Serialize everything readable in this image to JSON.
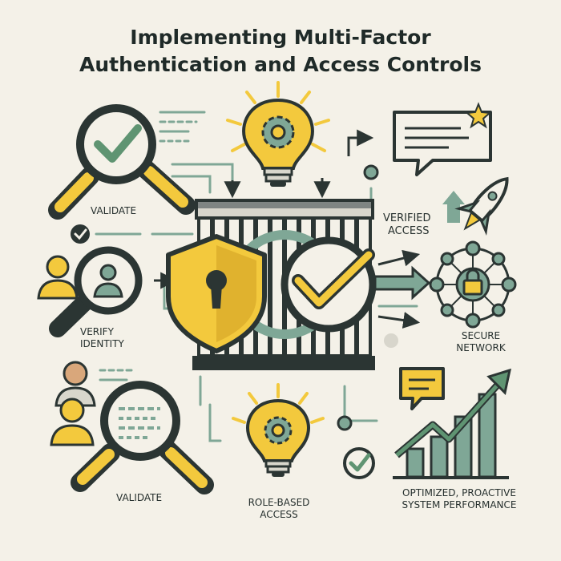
{
  "title_line1": "Implementing Multi-Factor",
  "title_line2": "Authentication and Access Controls",
  "labels": {
    "validate_top": "VALIDATE",
    "verify_identity_1": "VERIFY",
    "verify_identity_2": "IDENTITY",
    "validate_bottom": "VALIDATE",
    "verified_access_1": "VERIFIED",
    "verified_access_2": "ACCESS",
    "secure_network_1": "SECURE",
    "secure_network_2": "NETWORK",
    "role_based_1": "ROLE-BASED",
    "role_based_2": "ACCESS",
    "performance_1": "OPTIMIZED, PROACTIVE",
    "performance_2": "SYSTEM PERFORMANCE"
  },
  "colors": {
    "background": "#f4f1e8",
    "dark": "#2b3533",
    "yellow": "#f3c93d",
    "green": "#5f9472",
    "sage": "#7fa796",
    "skin": "#d9a77b"
  },
  "icons": [
    "magnifier-check-icon",
    "lightbulb-gear-icon",
    "chat-star-icon",
    "rocket-icon",
    "user-icon",
    "shield-lock-icon",
    "check-circle-icon",
    "gate-icon",
    "network-lock-icon",
    "growth-chart-icon",
    "chat-icon"
  ]
}
